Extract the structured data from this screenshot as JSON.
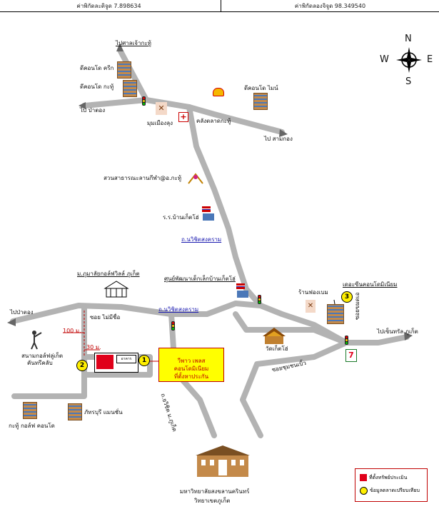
{
  "header": {
    "latitude_label": "ค่าพิกัดละติจูด 7.898634",
    "longitude_label": "ค่าพิกัดลองจิจูด 98.349540"
  },
  "compass": {
    "n": "N",
    "s": "S",
    "e": "E",
    "w": "W"
  },
  "labels": {
    "to_kathu_shrine": "ไปศาลเจ้ากะทู้",
    "dcondo_creek": "ดีคอนโด ครีก",
    "dcondo_kathu": "ดีคอนโด กะทู้",
    "to_patong_top": "ไป ป่าตอง",
    "mum_muang_lung": "มุมเมืองลุง",
    "klang_talad_kathu": "คลังตลาดกะทู้",
    "dcondo_mine": "ดีคอนโด ไมน์",
    "to_samkong": "ไป สามกอง",
    "kathu_park": "สวนสาธารณะลานกีฬา@อ.กะทู้",
    "school_ban_kokyang": "ร.ร.บ้านเก็ตโฮ่",
    "road_wichit_1": "ถ.นวิชิตสงคราม",
    "child_center": "ศูนย์พัฒนาเด็กเล็กบ้านเก็ตโฮ่",
    "golf_village": "ม.ภูมาลัยกอล์ฟวิลล์ ภูเก็ต",
    "to_patong_left": "ไปป่าตอง",
    "soi_mai_mi_chue": "ซอย ไม่มีชื่อ",
    "road_wichit_2": "ถ.นวิชิตสงคราม",
    "dist_100": "100 ม.",
    "dist_30": "30 ม.",
    "golf_course": "สนามกอล์ฟลู่เก็ต",
    "golf_course_2": "คันทรีคลับ",
    "hotel_line1": "วีพาว เพลส คอนโดมิเนียม",
    "hotel_line2": "ที่ตั้งหาประกัน",
    "hotel_sign": "อาคาร",
    "restaurant": "ร้านฟองเบม",
    "the_zone_condo": "เดอะซีนคอนโดมิเนียม",
    "to_central": "ไปเซ็นทรัล ภูเก็ต",
    "soi_sa_kiao": "ซอยขมดเอ",
    "wat_ketho": "วัดเก็ตโฮ่",
    "soi_chumchon": "ซอยชุมชนเบิ้ว",
    "road_vichitsongkram_diag": "ถ.ยวิชิต ม.ภูเก็ต",
    "kathu_golf_condo": "กะทู้ กอล์ฟ คอนโด",
    "phatara_mansion": "ภัทรบุรี แมนชั่น",
    "university_line1": "มหาวิทยาลัยสงขลานครินทร์",
    "university_line2": "วิทยาเขตภูเก็ต"
  },
  "markers": {
    "m1": "1",
    "m2": "2",
    "m3": "3"
  },
  "legend": {
    "item1": "ที่ตั้งทรัพย์ประเมิน",
    "item2": "ข้อมูลตลาดเปรียบเทียบ"
  },
  "colors": {
    "road": "#b3b3b3",
    "hotel_box": "#ffff00",
    "hotel_text": "#c00000",
    "marker": "#ffef00"
  }
}
